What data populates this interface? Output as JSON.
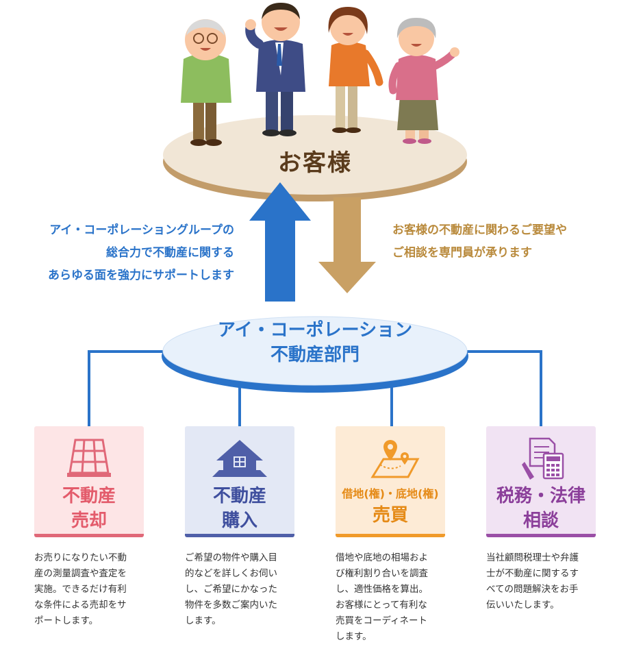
{
  "customer": {
    "label": "お客様"
  },
  "support_text": [
    "アイ・コーポレーショングループの",
    "総合力で不動産に関する",
    "あらゆる面を強力にサポートします"
  ],
  "request_text": [
    "お客様の不動産に関わるご要望や",
    "ご相談を専門員が承ります"
  ],
  "department": {
    "line1": "アイ・コーポレーション",
    "line2": "不動産部門"
  },
  "services": [
    {
      "title_lines": [
        "不動産",
        "売却"
      ],
      "desc_lines": [
        "お売りになりたい不動",
        "産の測量調査や査定を",
        "実施。できるだけ有利",
        "な条件による売却をサ",
        "ポートします。"
      ]
    },
    {
      "title_lines": [
        "不動産",
        "購入"
      ],
      "desc_lines": [
        "ご希望の物件や購入目",
        "的などを詳しくお伺い",
        "し、ご希望にかなった",
        "物件を多数ご案内いた",
        "します。"
      ]
    },
    {
      "subtitle": "借地(権)・底地(権)",
      "title_lines": [
        "売買"
      ],
      "desc_lines": [
        "借地や底地の相場およ",
        "び権利割り合いを調査",
        "し、適性価格を算出。",
        "お客様にとって有利な",
        "売買をコーディネート",
        "します。"
      ]
    },
    {
      "title_lines": [
        "税務・法律",
        "相談"
      ],
      "desc_lines": [
        "当社顧問税理士や弁護",
        "士が不動産に関するす",
        "べての問題解決をお手",
        "伝いいたします。"
      ]
    }
  ],
  "colors": {
    "blue": "#2a73c9",
    "tan": "#c9a064",
    "pink": "#e35b6b",
    "navy": "#3f4f9e",
    "orange": "#e58a16",
    "purple": "#8b3f9a"
  }
}
